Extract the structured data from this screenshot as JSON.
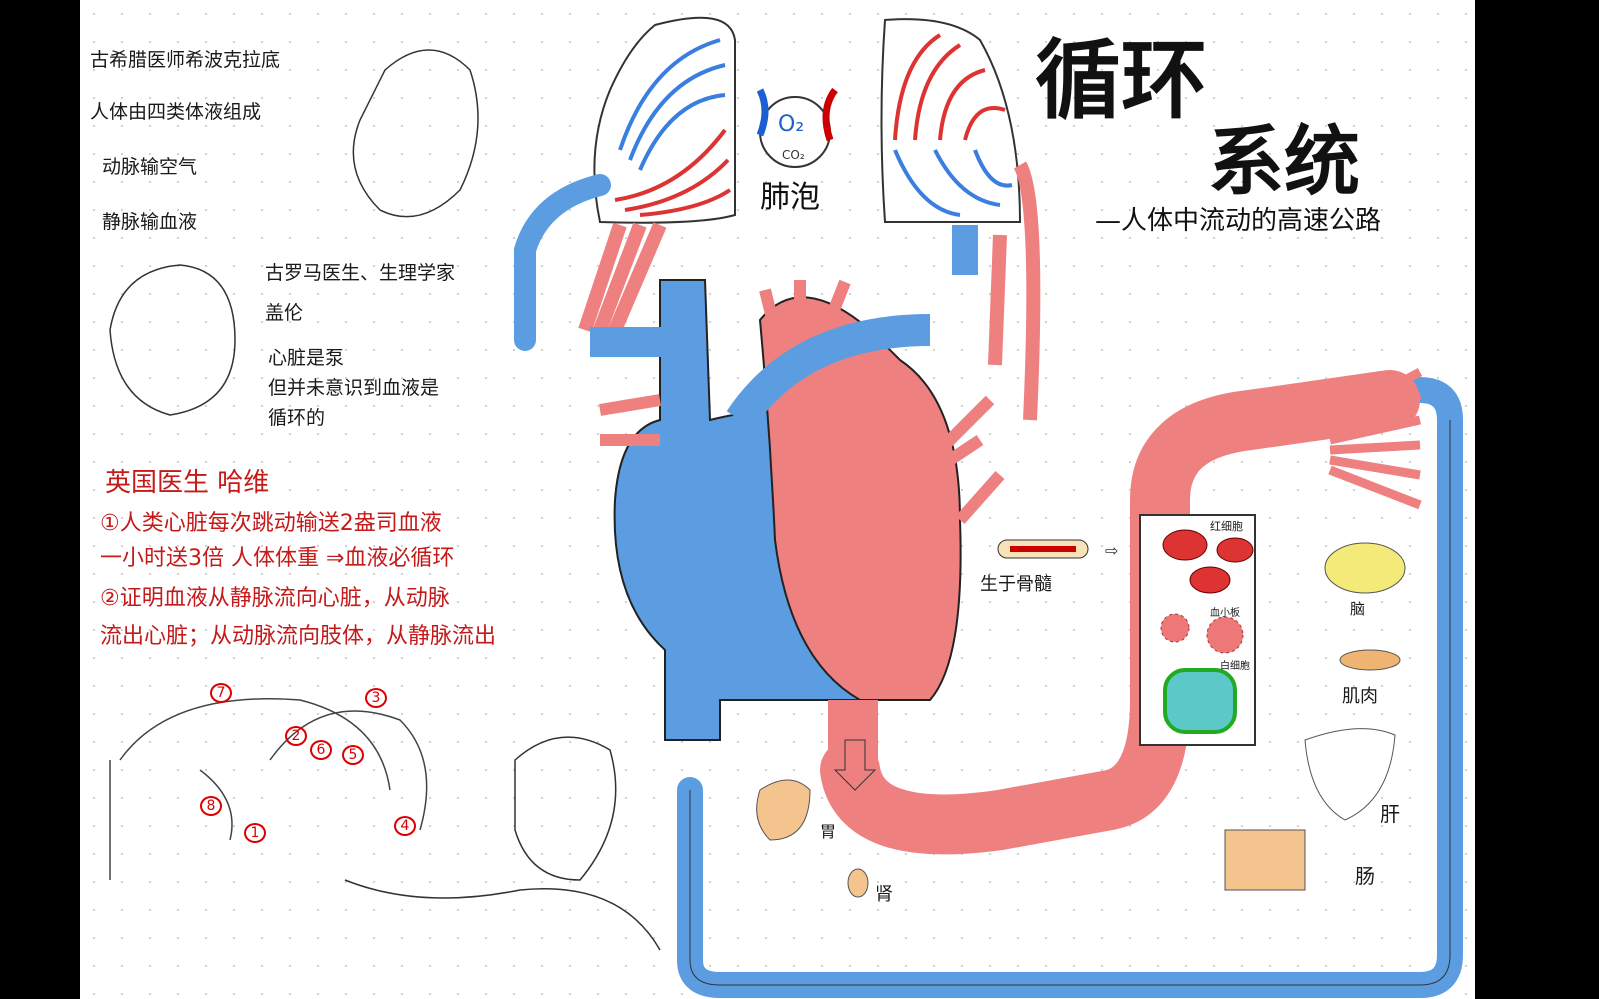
{
  "colors": {
    "artery": "#ee8080",
    "vein": "#5b9de0",
    "text_red": "#c41a1a",
    "ink": "#1a1a1a"
  },
  "title": {
    "line1": "循环",
    "line2": "系统",
    "subtitle": "—人体中流动的高速公路"
  },
  "hippocrates": {
    "lines": [
      "古希腊医师希波克拉底",
      "人体由四类体液组成",
      "动脉输空气",
      "静脉输血液"
    ]
  },
  "galen": {
    "lines": [
      "古罗马医生、生理学家",
      "盖伦",
      "心脏是泵",
      "但并未意识到血液是",
      "循环的"
    ]
  },
  "harvey": {
    "heading": "英国医生 哈维",
    "lines": [
      "①人类心脏每次跳动输送2盎司血液",
      "一小时送3倍 人体体重 ⇒血液必循环",
      "②证明血液从静脉流向心脏，从动脉",
      "流出心脏；从动脉流向肢体，从静脉流出"
    ]
  },
  "alveolus": {
    "o2": "O₂",
    "co2": "CO₂",
    "label": "肺泡"
  },
  "marrow": {
    "label": "生于骨髓",
    "red_cells": "红细胞",
    "platelets": "血小板",
    "white_cells": "白细胞"
  },
  "organs": {
    "brain": "脑",
    "muscle": "肌肉",
    "liver": "肝",
    "intestine": "肠",
    "stomach": "胃",
    "kidney": "肾"
  },
  "loop_markers": [
    "7",
    "3",
    "2",
    "6",
    "5",
    "8",
    "1",
    "4"
  ]
}
